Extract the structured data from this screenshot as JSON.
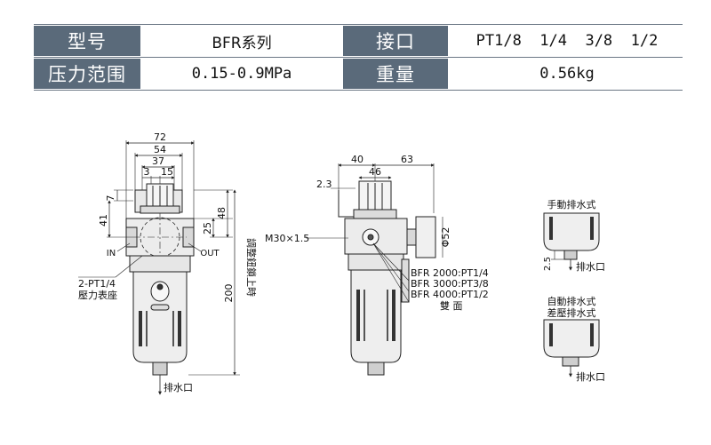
{
  "spec_table": {
    "rows": [
      {
        "label1": "型号",
        "value1": "BFR系列",
        "label2": "接口",
        "value2": "PT1/8  1/4  3/8  1/2"
      },
      {
        "label1": "压力范围",
        "value1": "0.15-0.9MPa",
        "label2": "重量",
        "value2": "0.56kg"
      }
    ]
  },
  "front_view": {
    "dims": [
      "72",
      "54",
      "37",
      "3",
      "15",
      "7",
      "41",
      "25",
      "48",
      "200"
    ],
    "port_in": "IN",
    "port_out": "OUT",
    "gauge_port": "2-PT1/4",
    "gauge_port_label": "壓力表座",
    "height_label": "調整鈕鎖上時",
    "drain": "排水口"
  },
  "side_view": {
    "dims": [
      "40",
      "63",
      "46",
      "2.3",
      "M30×1.5",
      "Φ52"
    ],
    "models": [
      "BFR 2000:PT1/4",
      "BFR 3000:PT3/8",
      "BFR 4000:PT1/2"
    ],
    "two_sides": "雙  面"
  },
  "drain_types": {
    "manual": {
      "title": "手動排水式",
      "dim": "2.5",
      "drain": "排水口"
    },
    "auto": {
      "title_line1": "自動排水式",
      "title_line2": "差壓排水式",
      "drain": "排水口"
    }
  }
}
